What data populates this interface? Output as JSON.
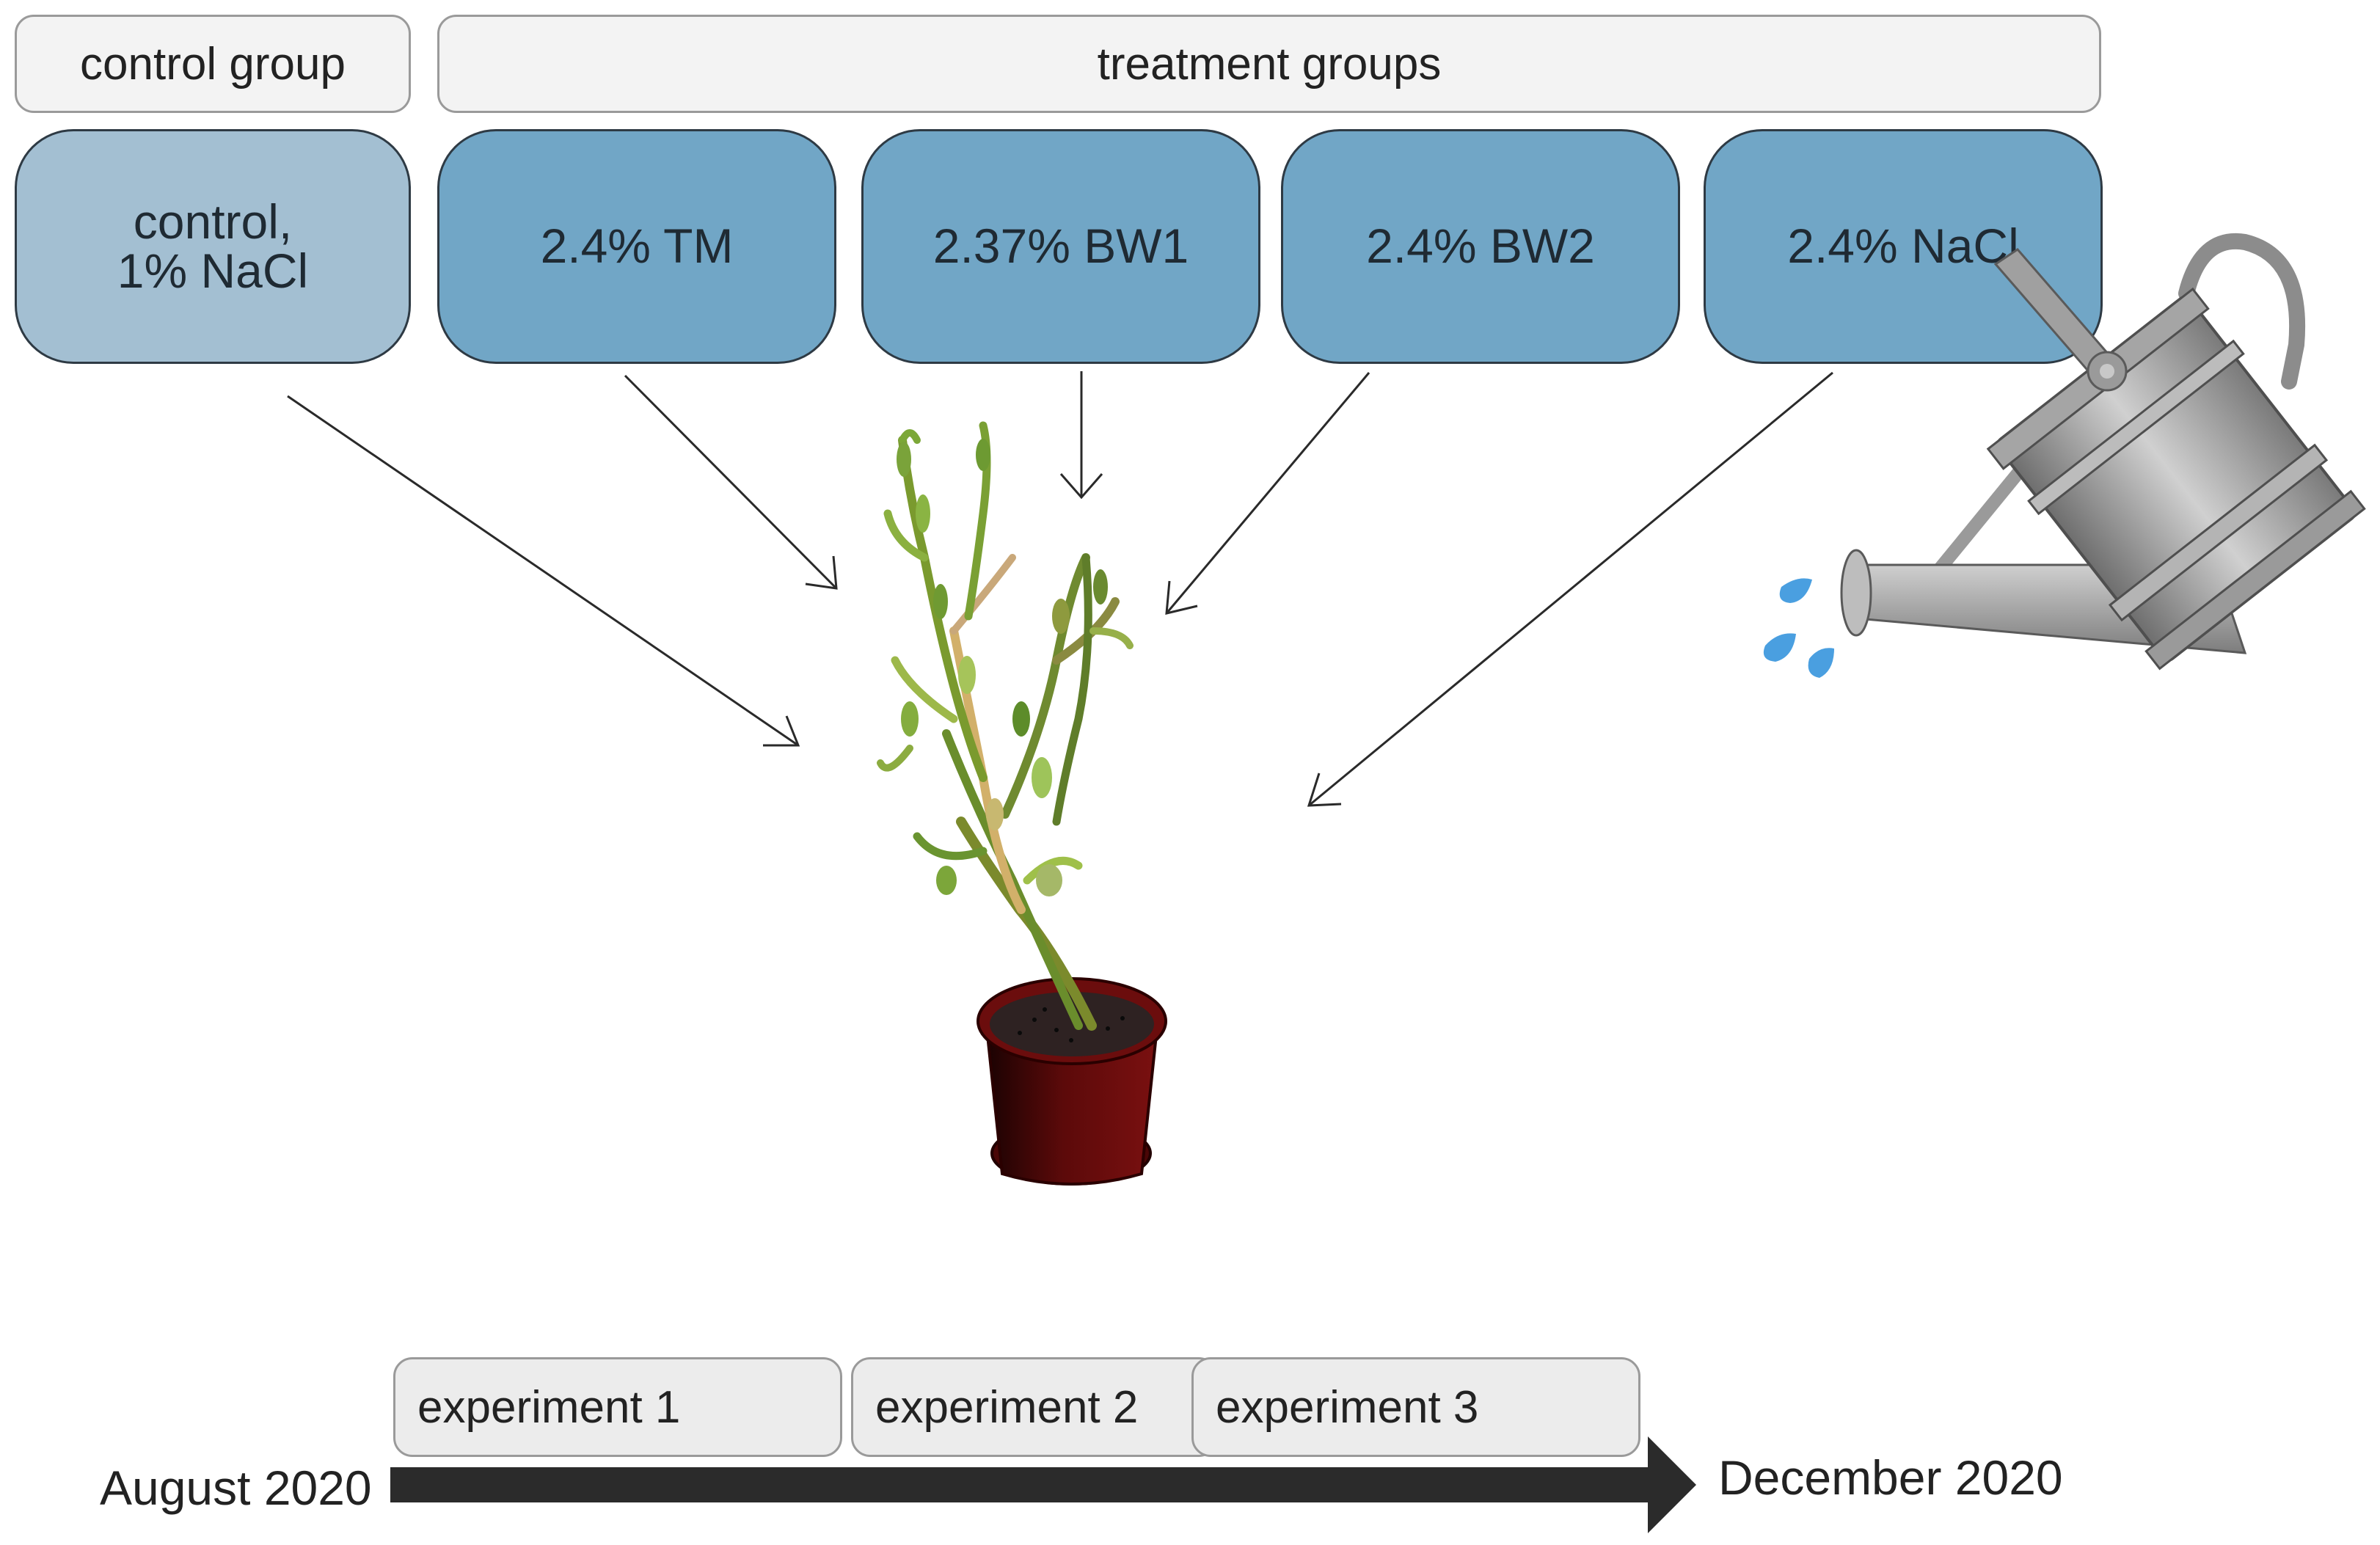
{
  "headers": {
    "control": "control group",
    "treatment": "treatment groups"
  },
  "groups": [
    {
      "line1": "control,",
      "line2": "1% NaCl"
    },
    {
      "line1": "2.4% TM",
      "line2": ""
    },
    {
      "line1": "2.37% BW1",
      "line2": ""
    },
    {
      "line1": "2.4% BW2",
      "line2": ""
    },
    {
      "line1": "2.4% NaCl",
      "line2": ""
    }
  ],
  "timeline": {
    "start": "August 2020",
    "end": "December 2020",
    "experiments": [
      "experiment 1",
      "experiment 2",
      "experiment 3"
    ]
  },
  "colors": {
    "control_box": "#a3bfd2",
    "treatment_box": "#71a6c6",
    "header_box": "#f3f3f3",
    "timeline_arrow": "#2b2b2b",
    "pot": "#6b0d0d",
    "water_drop": "#4a9fe0"
  },
  "icons": [
    "plant-in-pot-illustration",
    "watering-can-icon",
    "water-drop-icon"
  ]
}
